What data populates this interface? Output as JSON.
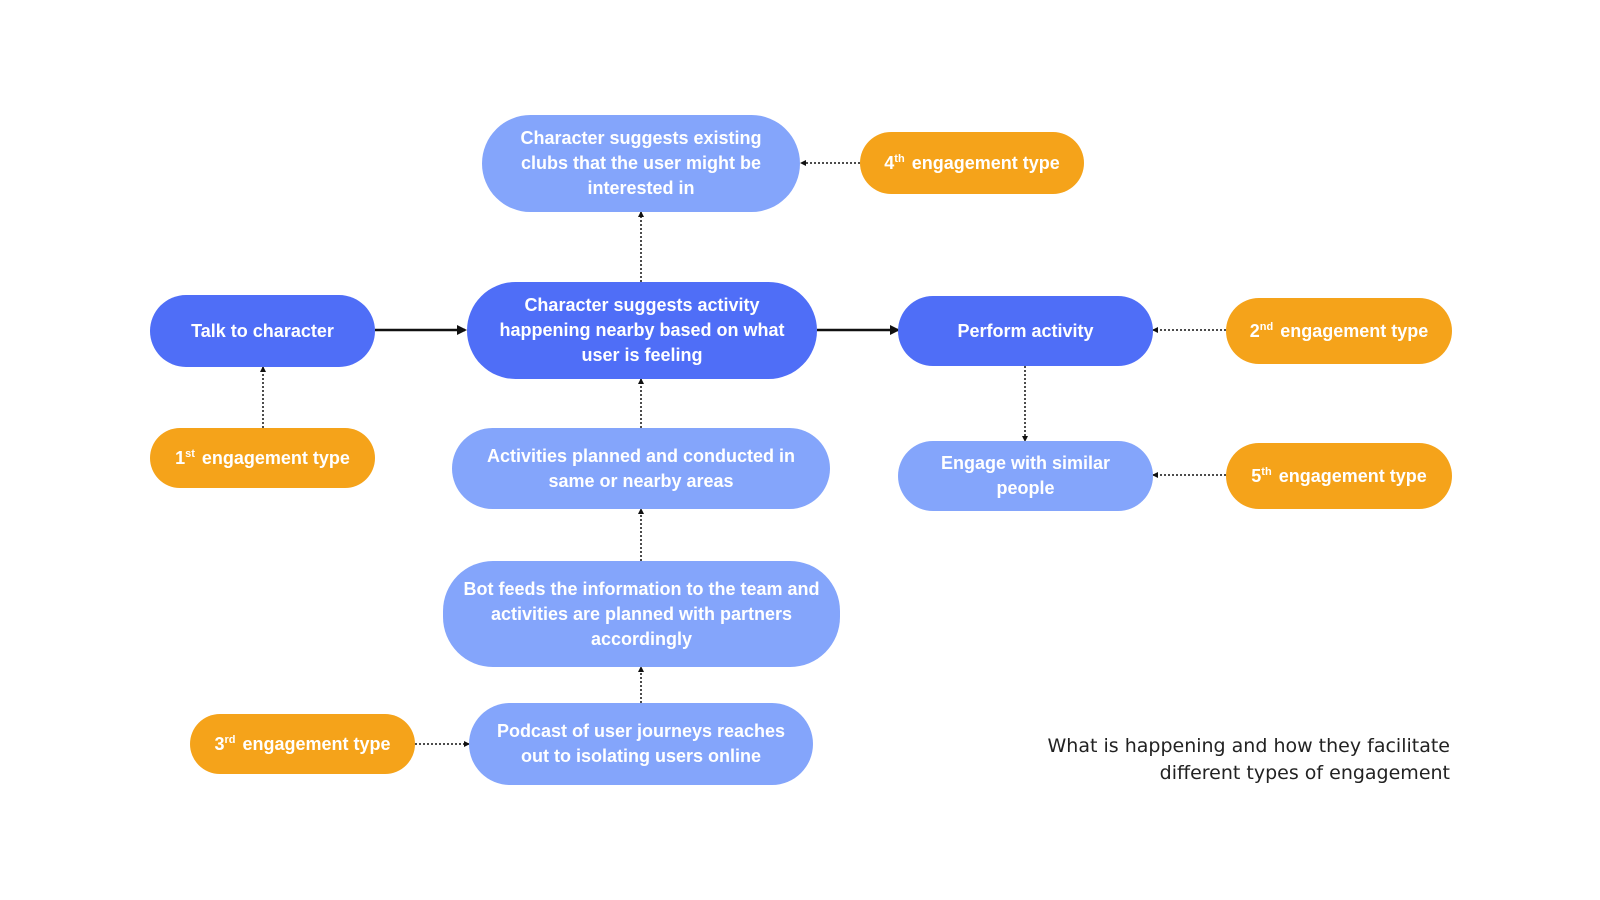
{
  "nodes": {
    "talk": "Talk to character",
    "suggests_activity": "Character suggests activity happening nearby based on what user is feeling",
    "perform": "Perform activity",
    "suggests_clubs": "Character suggests existing clubs that the user might be interested in",
    "activities_planned": "Activities planned and conducted in same or nearby areas",
    "bot_feeds": "Bot feeds the information to the team and activities are planned with partners accordingly",
    "podcast": "Podcast of user journeys reaches out to isolating users online",
    "engage_similar": "Engage with similar people"
  },
  "engagement": {
    "label": "engagement type",
    "first": {
      "num": "1",
      "sup": "st"
    },
    "second": {
      "num": "2",
      "sup": "nd"
    },
    "third": {
      "num": "3",
      "sup": "rd"
    },
    "fourth": {
      "num": "4",
      "sup": "th"
    },
    "fifth": {
      "num": "5",
      "sup": "th"
    }
  },
  "caption": {
    "line1": "What is happening and how they facilitate",
    "line2": "different types of engagement"
  },
  "colors": {
    "primary_node": "#4f6ef7",
    "secondary_node": "#84a5fb",
    "engagement_node": "#f5a31a",
    "connector": "#111111"
  }
}
